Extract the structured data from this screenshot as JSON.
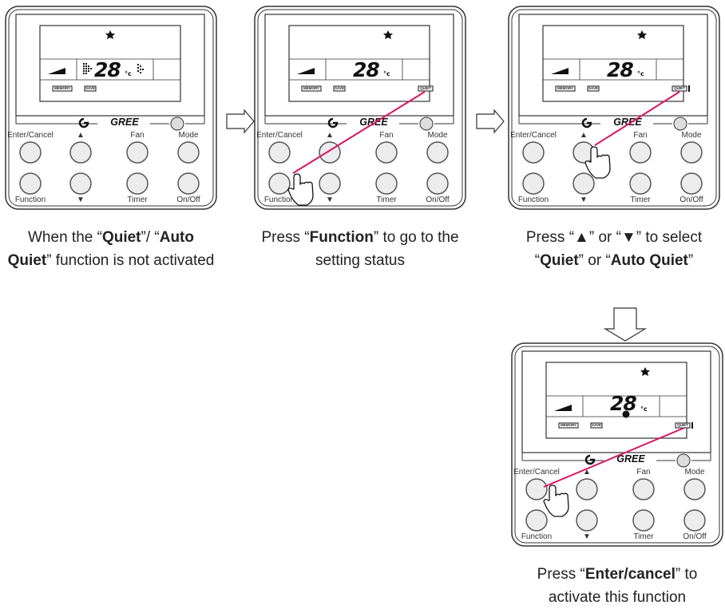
{
  "remote": {
    "brand": "GREE",
    "buttons": {
      "enter_cancel": "Enter/Cancel",
      "up": "▲",
      "fan": "Fan",
      "mode": "Mode",
      "function": "Function",
      "down": "▼",
      "timer": "Timer",
      "on_off": "On/Off"
    },
    "lcd": {
      "temperature": "28",
      "unit": "°c",
      "memory": "MEMORY",
      "save": "SAVE",
      "quiet": "QUIET"
    }
  },
  "captions": [
    {
      "parts": [
        "When the “",
        "Quiet",
        "”/ “",
        "Auto Quiet",
        "” function is not activated"
      ]
    },
    {
      "parts": [
        "Press “",
        "Function",
        "” to go to the setting status"
      ]
    },
    {
      "parts": [
        "Press “▲” or “▼” to select “",
        "Quiet",
        "” or “",
        "Auto Quiet",
        "”"
      ]
    },
    {
      "parts": [
        "Press “",
        "Enter/cancel",
        "” to activate this function"
      ]
    }
  ],
  "colors": {
    "accent_line": "#d9145f",
    "outline": "#333333",
    "button_fill": "#e8e8e8"
  }
}
